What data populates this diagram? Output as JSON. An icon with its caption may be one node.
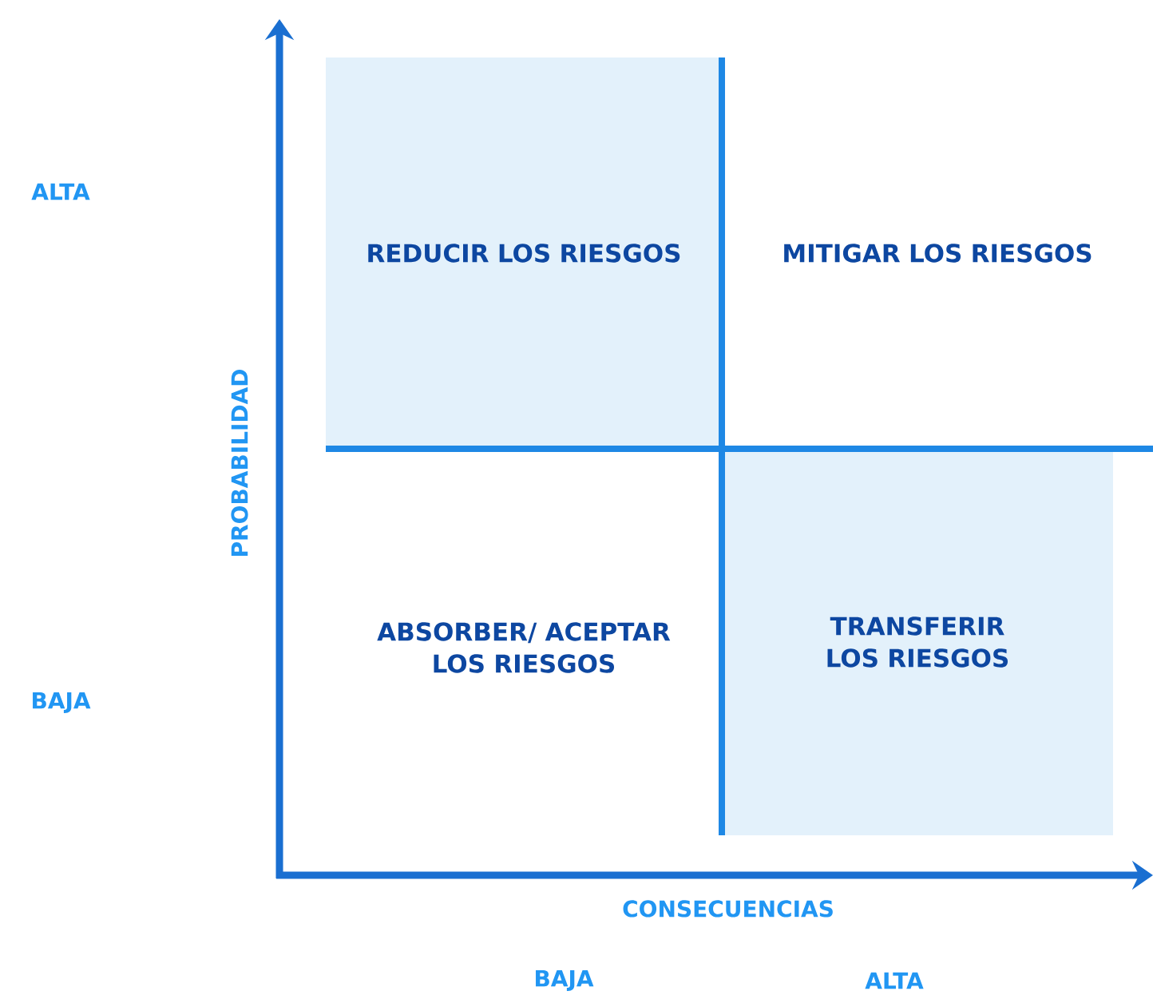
{
  "diagram": {
    "nodes": [
      {
        "text": [
          "REDUCIR LOS RIESGOS"
        ]
      },
      {
        "text": [
          "MITIGAR LOS RIESGOS"
        ]
      },
      {
        "text": [
          "ABSORBER/ ACEPTAR LOS RIESGOS"
        ]
      },
      {
        "text": [
          "TRANSFERIR LOS RIESGOS"
        ]
      }
    ],
    "edges": [],
    "labels": [
      "ALTA",
      "BAJA",
      "PROBABILIDAD",
      "CONSECUENCIAS",
      "BAJA",
      "ALTA"
    ]
  }
}
